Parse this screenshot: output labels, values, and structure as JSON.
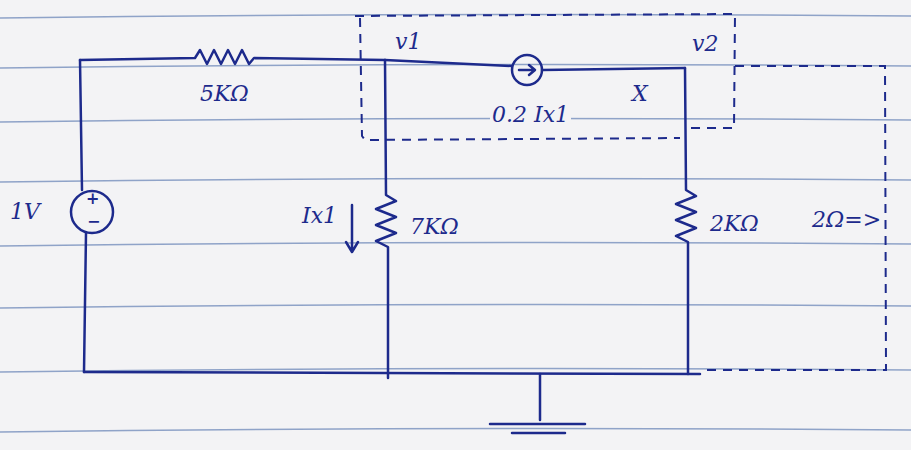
{
  "diagram": {
    "labels": [
      "v1",
      "v2",
      "5KΩ",
      "0.2 Ix1",
      "X",
      "1V",
      "+",
      "−",
      "Ix1",
      "7KΩ",
      "2KΩ",
      "2Ω=>"
    ]
  }
}
